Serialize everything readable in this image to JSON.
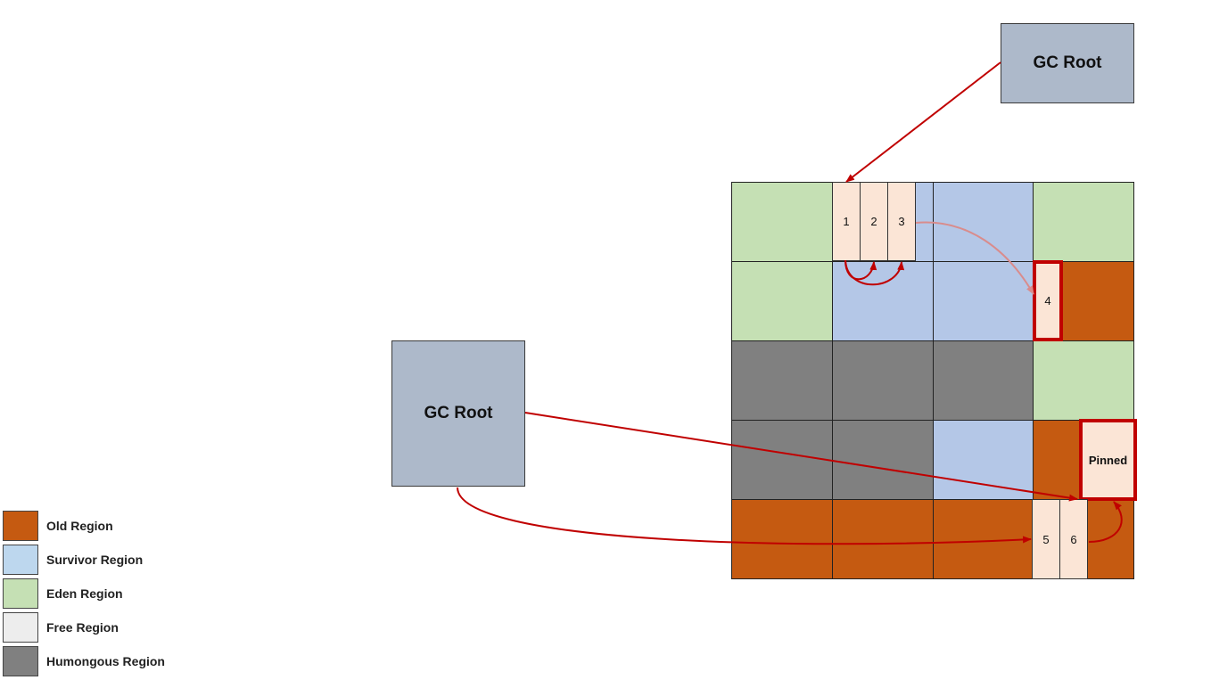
{
  "colors": {
    "old": "#c55a11",
    "survivor": "#b4c7e7",
    "eden": "#c5e0b4",
    "free": "#ededed",
    "humongous": "#808080",
    "object": "#fbe5d6",
    "gc_root": "#adb9ca",
    "arrow": "#c00000"
  },
  "gc_roots": {
    "top": "GC Root",
    "left": "GC Root"
  },
  "grid": {
    "rows": [
      [
        "eden",
        "survivor",
        "survivor",
        "eden"
      ],
      [
        "eden",
        "survivor",
        "survivor",
        "old"
      ],
      [
        "humongous",
        "humongous",
        "humongous",
        "eden"
      ],
      [
        "humongous",
        "humongous",
        "survivor",
        "old"
      ],
      [
        "old",
        "old",
        "old",
        "old"
      ]
    ]
  },
  "objects": {
    "o1": "1",
    "o2": "2",
    "o3": "3",
    "o4": "4",
    "o5": "5",
    "o6": "6",
    "pinned": "Pinned"
  },
  "legend": [
    {
      "label": "Old Region",
      "color": "#c55a11"
    },
    {
      "label": "Survivor Region",
      "color": "#bdd7ee"
    },
    {
      "label": "Eden Region",
      "color": "#c5e0b4"
    },
    {
      "label": "Free Region",
      "color": "#ededed"
    },
    {
      "label": "Humongous Region",
      "color": "#808080"
    }
  ]
}
